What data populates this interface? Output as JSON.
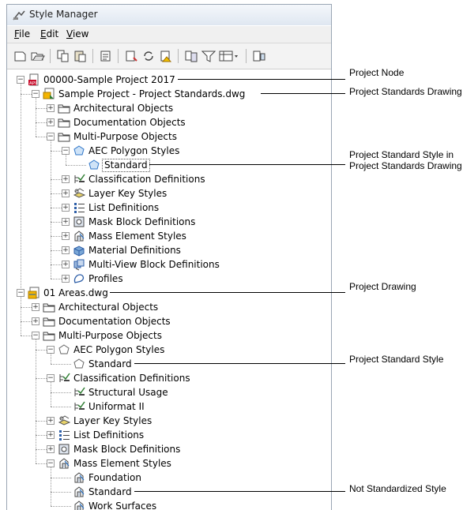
{
  "window": {
    "title": "Style Manager",
    "menus": [
      "File",
      "Edit",
      "View"
    ]
  },
  "toolbar": {
    "icons": [
      "new-drawing-icon",
      "open-drawing-icon",
      "copy-icon",
      "paste-icon",
      "edit-style-icon",
      "purge-icon",
      "synchronize-icon",
      "standards-icon",
      "filter-icon",
      "view-options-icon",
      "toggle-view-icon",
      "drawing-info-icon"
    ]
  },
  "tree": [
    {
      "label": "00000-Sample Project 2017",
      "icon": "project-icon",
      "depth": 0,
      "exp": "-"
    },
    {
      "label": "Sample Project - Project Standards.dwg",
      "icon": "standards-drawing-icon",
      "depth": 1,
      "exp": "-"
    },
    {
      "label": "Architectural Objects",
      "icon": "folder-icon",
      "depth": 2,
      "exp": "+"
    },
    {
      "label": "Documentation Objects",
      "icon": "folder-icon",
      "depth": 2,
      "exp": "+"
    },
    {
      "label": "Multi-Purpose Objects",
      "icon": "folder-icon",
      "depth": 2,
      "exp": "-"
    },
    {
      "label": "AEC Polygon Styles",
      "icon": "polygon-style-icon",
      "depth": 3,
      "exp": "-",
      "blue": true
    },
    {
      "label": "Standard",
      "icon": "polygon-style-icon",
      "depth": 4,
      "exp": "",
      "blue": true,
      "selected": true
    },
    {
      "label": "Classification Definitions",
      "icon": "classification-icon",
      "depth": 3,
      "exp": "+"
    },
    {
      "label": "Layer Key Styles",
      "icon": "layer-key-icon",
      "depth": 3,
      "exp": "+"
    },
    {
      "label": "List Definitions",
      "icon": "list-icon",
      "depth": 3,
      "exp": "+"
    },
    {
      "label": "Mask Block Definitions",
      "icon": "mask-block-icon",
      "depth": 3,
      "exp": "+"
    },
    {
      "label": "Mass Element Styles",
      "icon": "mass-element-icon",
      "depth": 3,
      "exp": "+"
    },
    {
      "label": "Material Definitions",
      "icon": "material-icon",
      "depth": 3,
      "exp": "+"
    },
    {
      "label": "Multi-View Block Definitions",
      "icon": "mvblock-icon",
      "depth": 3,
      "exp": "+"
    },
    {
      "label": "Profiles",
      "icon": "profile-icon",
      "depth": 3,
      "exp": "+"
    },
    {
      "label": "01 Areas.dwg",
      "icon": "drawing-icon",
      "depth": 0,
      "exp": "-"
    },
    {
      "label": "Architectural Objects",
      "icon": "folder-icon",
      "depth": 1,
      "exp": "+"
    },
    {
      "label": "Documentation Objects",
      "icon": "folder-icon",
      "depth": 1,
      "exp": "+"
    },
    {
      "label": "Multi-Purpose Objects",
      "icon": "folder-icon",
      "depth": 1,
      "exp": "-"
    },
    {
      "label": "AEC Polygon Styles",
      "icon": "polygon-style-icon",
      "depth": 2,
      "exp": "-"
    },
    {
      "label": "Standard",
      "icon": "polygon-style-icon",
      "depth": 3,
      "exp": ""
    },
    {
      "label": "Classification Definitions",
      "icon": "classification-icon",
      "depth": 2,
      "exp": "-"
    },
    {
      "label": "Structural Usage",
      "icon": "classification-icon",
      "depth": 3,
      "exp": ""
    },
    {
      "label": "Uniformat II",
      "icon": "classification-icon",
      "depth": 3,
      "exp": ""
    },
    {
      "label": "Layer Key Styles",
      "icon": "layer-key-icon",
      "depth": 2,
      "exp": "+"
    },
    {
      "label": "List Definitions",
      "icon": "list-icon",
      "depth": 2,
      "exp": "+"
    },
    {
      "label": "Mask Block Definitions",
      "icon": "mask-block-icon",
      "depth": 2,
      "exp": "+"
    },
    {
      "label": "Mass Element Styles",
      "icon": "mass-element-icon",
      "depth": 2,
      "exp": "-"
    },
    {
      "label": "Foundation",
      "icon": "mass-element-icon",
      "depth": 3,
      "exp": ""
    },
    {
      "label": "Standard",
      "icon": "mass-element-icon",
      "depth": 3,
      "exp": ""
    },
    {
      "label": "Work Surfaces",
      "icon": "mass-element-icon",
      "depth": 3,
      "exp": ""
    }
  ],
  "callouts": [
    {
      "text": "Project Node",
      "row": 0
    },
    {
      "text": "Project Standards Drawing",
      "row": 1
    },
    {
      "text": "Project Standard Style in\nProject Standards Drawing",
      "row": 6
    },
    {
      "text": "Project Drawing",
      "row": 15
    },
    {
      "text": "Project Standard Style",
      "row": 20
    },
    {
      "text": "Not Standardized Style",
      "row": 29
    }
  ]
}
